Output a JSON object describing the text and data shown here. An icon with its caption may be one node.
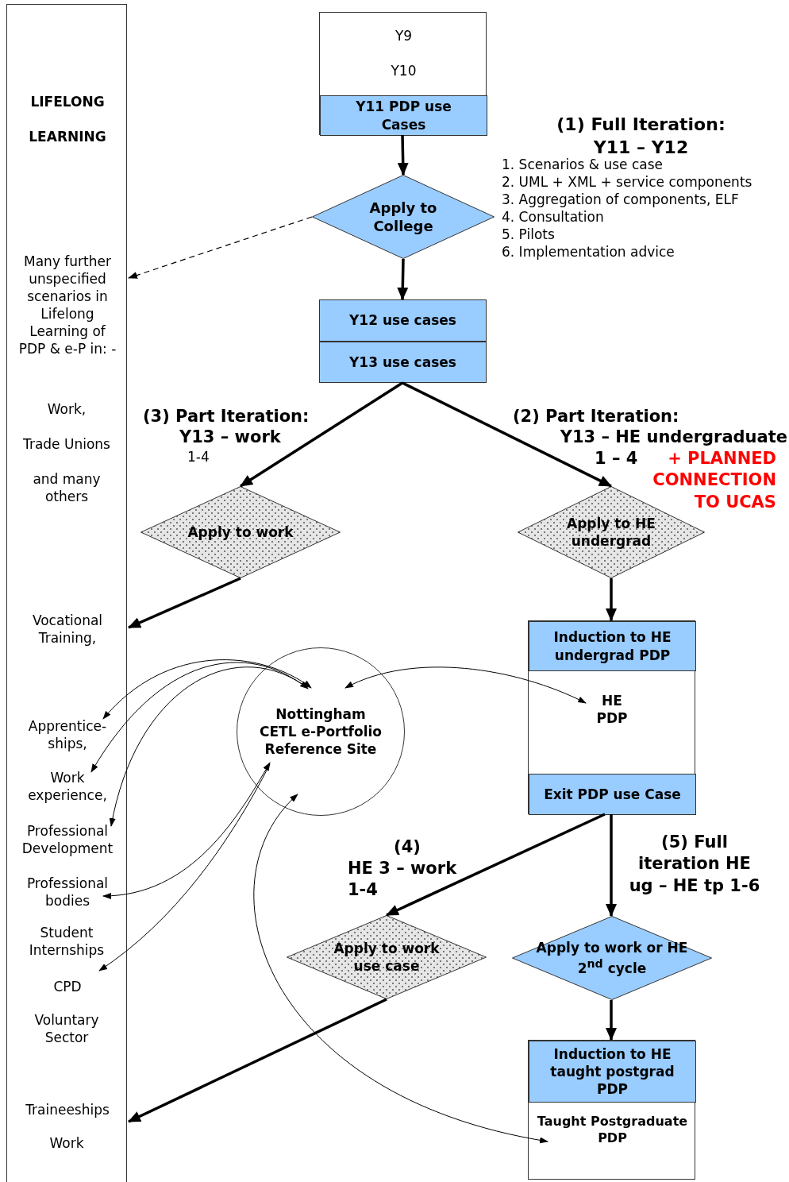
{
  "diagram": {
    "nodes": [
      {
        "text": [
          "LIFELONG LEARNING"
        ]
      },
      {
        "text": [
          "Many further unspecified scenarios in Lifelong Learning of PDP & e-P in: -"
        ],
        "in": 0
      },
      {
        "text": [
          "Vocational Training,"
        ],
        "in": 0
      },
      {
        "text": [
          "Apprentice-ships,"
        ],
        "in": 0
      },
      {
        "text": [
          "Work experience,"
        ],
        "in": 0
      },
      {
        "text": [
          "Professional Development"
        ],
        "in": 0
      },
      {
        "text": [
          "Professional bodies"
        ],
        "in": 0
      },
      {
        "text": [
          "CPD"
        ],
        "in": 0
      },
      {
        "text": [
          "Traineeships"
        ],
        "in": 0
      },
      {
        "text": [
          "Y9",
          "Y10"
        ]
      },
      {
        "text": [
          "Y11 PDP use Cases"
        ],
        "in": 9
      },
      {
        "text": [
          "Apply to College"
        ]
      },
      {
        "text": [
          "Y12 use cases"
        ]
      },
      {
        "text": [
          "Y13 use cases"
        ]
      },
      {
        "text": [
          "Apply to work"
        ]
      },
      {
        "text": [
          "Apply to HE undergrad"
        ]
      },
      {
        "text": [],
        "shape": "box"
      },
      {
        "text": [
          "Induction to HE undergrad PDP"
        ],
        "in": 16
      },
      {
        "text": [
          "HE PDP"
        ],
        "in": 16
      },
      {
        "text": [
          "Exit PDP use Case"
        ],
        "in": 16
      },
      {
        "text": [
          "Nottingham CETL e-Portfolio Reference Site"
        ]
      },
      {
        "text": [
          "Apply to work use case"
        ]
      },
      {
        "text": [
          "Apply to work or HE 2$^{nd}$ cycle"
        ]
      },
      {
        "text": [
          "Taught Postgraduate PDP"
        ]
      },
      {
        "text": [
          "Induction to HE taught postgrad PDP"
        ],
        "in": 23
      }
    ],
    "edges": [
      {
        "from": 10,
        "to": 11,
        "arrow": "to"
      },
      {
        "from": 11,
        "to": 12,
        "arrow": "to"
      },
      {
        "from": 11,
        "to": 1,
        "arrow": "to",
        "style": "dashed"
      },
      {
        "from": 13,
        "to": 14,
        "arrow": "to"
      },
      {
        "from": 13,
        "to": 15,
        "arrow": "to"
      },
      {
        "from": 14,
        "to": 2,
        "arrow": "to"
      },
      {
        "from": 15,
        "to": 17,
        "arrow": "to"
      },
      {
        "from": 19,
        "to": 21,
        "arrow": "to"
      },
      {
        "from": 19,
        "to": 22,
        "arrow": "to"
      },
      {
        "from": 21,
        "to": 8,
        "arrow": "to"
      },
      {
        "from": 22,
        "to": 24,
        "arrow": "to"
      },
      {
        "from": 20,
        "to": 3,
        "arrow": "both"
      },
      {
        "from": 20,
        "to": 4,
        "arrow": "both"
      },
      {
        "from": 20,
        "to": 5,
        "arrow": "to"
      },
      {
        "from": 6,
        "to": 20,
        "arrow": "both"
      },
      {
        "from": 20,
        "to": 7,
        "arrow": "to"
      },
      {
        "from": 20,
        "to": 18,
        "arrow": "both"
      },
      {
        "from": 20,
        "to": 23,
        "arrow": "both"
      }
    ],
    "labels": [
      "(1) Full Iteration: Y11 – Y12",
      "1. Scenarios & use case",
      "2. UML + XML + service components",
      "3. Aggregation of components, ELF",
      "4. Consultation",
      "5. Pilots",
      "6. Implementation advice",
      "Work,",
      "(3) Part Iteration:",
      "Y13 – work",
      "1-4",
      "(2) Part Iteration:",
      "Y13 – HE undergraduate",
      "1 – 4",
      "+ PLANNED CONNECTION TO UCAS",
      "Trade Unions",
      "and many others",
      "(4)",
      "HE 3 – work",
      "1-4",
      "(5) Full iteration HE ug – HE tp 1-6",
      "Student Internships",
      "Voluntary Sector",
      "Work"
    ]
  }
}
